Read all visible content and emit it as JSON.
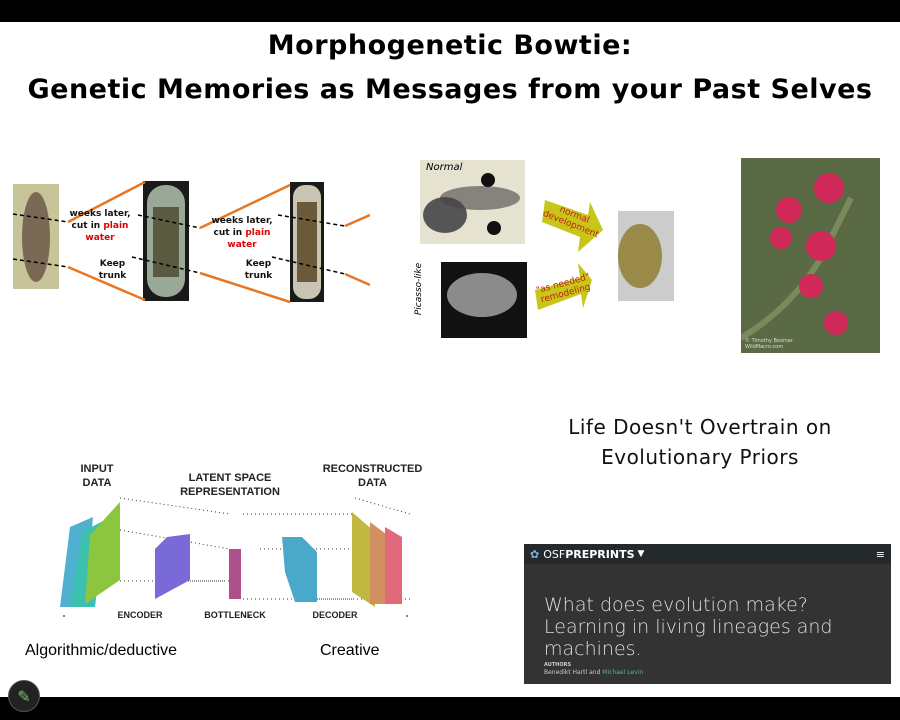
{
  "title": {
    "line1": "Morphogenetic Bowtie:",
    "line2": "Genetic Memories as Messages from your Past Selves"
  },
  "planaria": {
    "cut_text_a": "weeks later,",
    "cut_text_b": "cut in",
    "cut_text_c": "plain",
    "cut_text_d": "water",
    "keep_a": "Keep",
    "keep_b": "trunk"
  },
  "tadpole": {
    "normal_label": "Normal",
    "picasso_label": "Picasso-like",
    "arrow1": "normal development",
    "arrow2": "\"as needed\" remodeling"
  },
  "flower": {
    "credit": "© Timothy Boomer WildMacro.com"
  },
  "life_text": {
    "line1": "Life Doesn't Overtrain on",
    "line2": "Evolutionary Priors"
  },
  "autoencoder": {
    "input": "INPUT DATA",
    "latent": "LATENT SPACE REPRESENTATION",
    "reconstructed": "RECONSTRUCTED DATA",
    "encoder": "ENCODER",
    "bottleneck": "BOTTLENECK",
    "decoder": "DECODER"
  },
  "captions": {
    "left": "Algorithmic/deductive",
    "right": "Creative"
  },
  "osf": {
    "brand_light": "OSF",
    "brand_bold": "PREPRINTS",
    "title": "What does evolution make? Learning in living lineages and machines.",
    "authors_label": "AUTHORS",
    "author1": "Benedikt Hartl and ",
    "author2": "Michael Levin"
  }
}
